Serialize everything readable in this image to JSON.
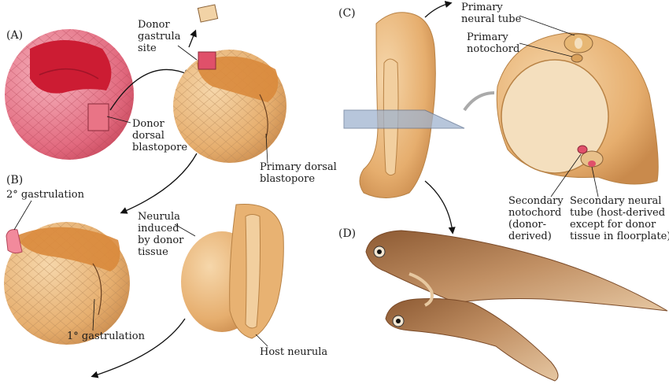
{
  "panels": {
    "a": "(A)",
    "b": "(B)",
    "c": "(C)",
    "d": "(D)"
  },
  "labels": {
    "donor_gastrula_site": "Donor\ngastrula\nsite",
    "donor_dorsal_blastopore": "Donor\ndorsal\nblastopore",
    "primary_dorsal_blastopore": "Primary dorsal\nblastopore",
    "secondary_gastrulation": "2° gastrulation",
    "primary_gastrulation": "1° gastrulation",
    "neurula_induced": "Neurula\ninduced\nby donor\ntissue",
    "host_neurula": "Host neurula",
    "primary_neural_tube": "Primary\nneural tube",
    "primary_notochord": "Primary\nnotochord",
    "secondary_notochord": "Secondary\nnotochord\n(donor-\nderived)",
    "secondary_neural_tube": "Secondary neural\ntube (host-derived\nexcept for donor\ntissue in floorplate)"
  },
  "colors": {
    "embryo": "#e9b97e",
    "embryo_dark": "#c98a4c",
    "donor": "#e0506a",
    "donor_light": "#f2a0ad",
    "tadpole": "#b98355",
    "plane": "#9fb3cf"
  }
}
